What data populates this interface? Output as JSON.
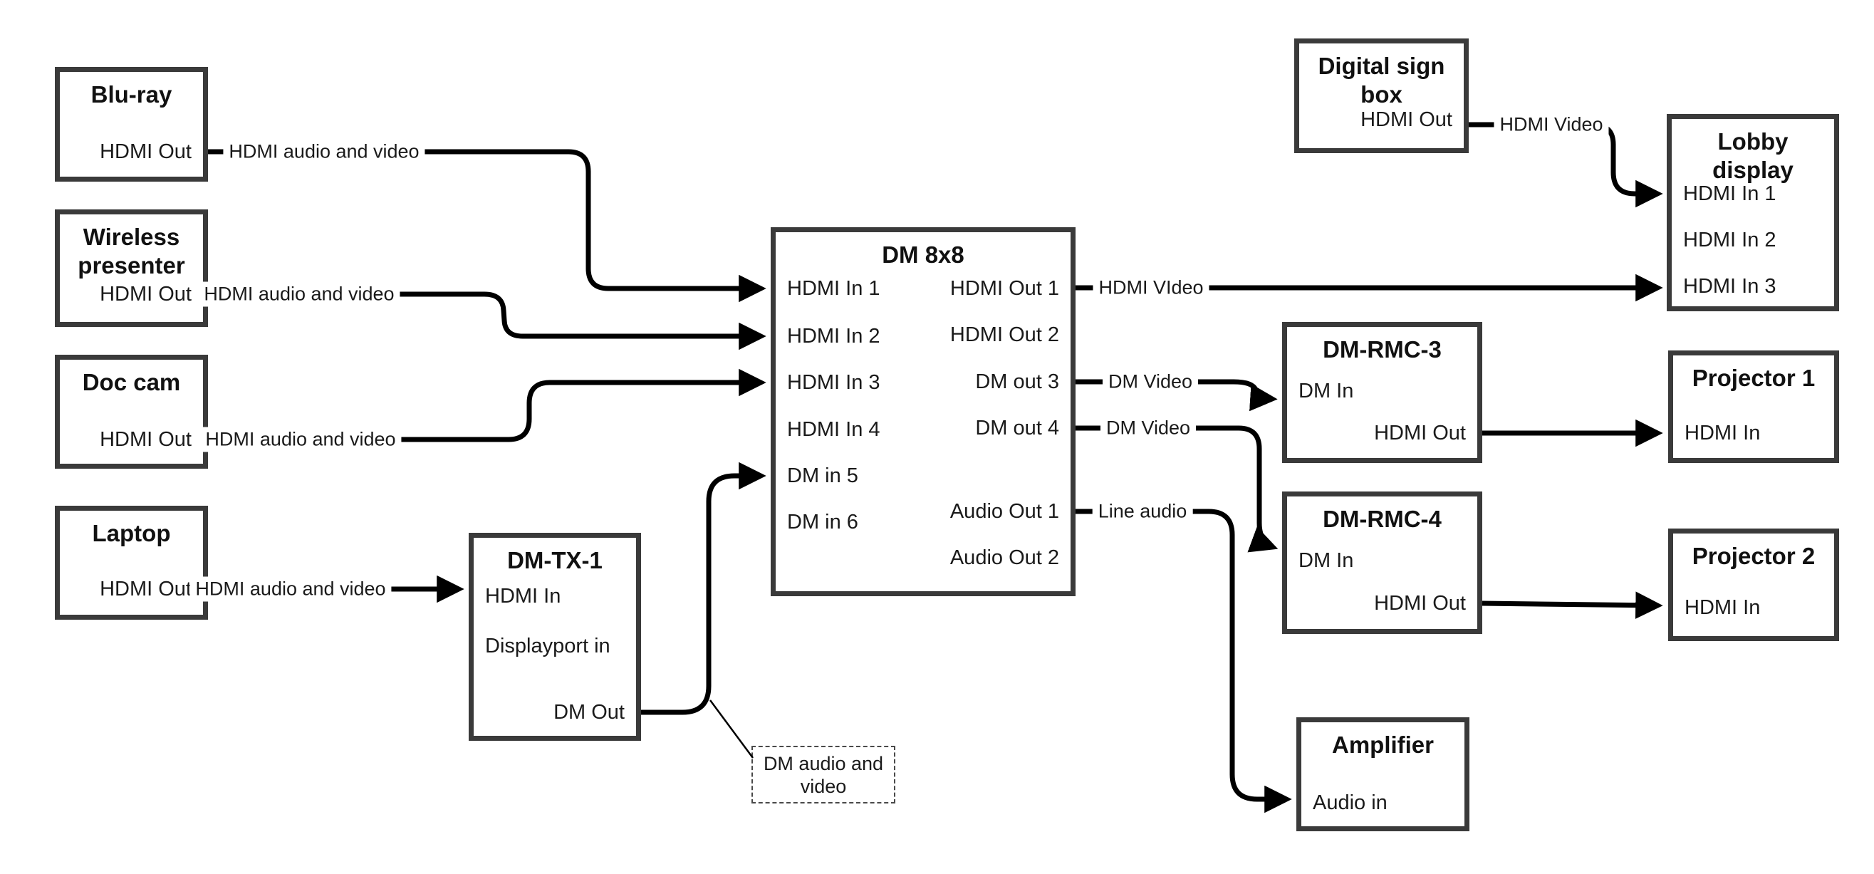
{
  "diagram": {
    "title": "DM 8x8 AV routing diagram",
    "background_color": "#ffffff",
    "box_border_color": "#3a3a3a",
    "wire_color": "#000000"
  },
  "nodes": {
    "bluray": {
      "title": "Blu-ray",
      "ports": {
        "hdmi_out": "HDMI Out"
      }
    },
    "wireless": {
      "title": "Wireless presenter",
      "ports": {
        "hdmi_out": "HDMI Out"
      }
    },
    "doccam": {
      "title": "Doc cam",
      "ports": {
        "hdmi_out": "HDMI Out"
      }
    },
    "laptop": {
      "title": "Laptop",
      "ports": {
        "hdmi_out": "HDMI Out"
      }
    },
    "dmtx1": {
      "title": "DM-TX-1",
      "ports": {
        "hdmi_in": "HDMI In",
        "displayport_in": "Displayport in",
        "dm_out": "DM Out"
      }
    },
    "dm8x8": {
      "title": "DM 8x8",
      "ports": {
        "hdmi_in_1": "HDMI In 1",
        "hdmi_in_2": "HDMI In 2",
        "hdmi_in_3": "HDMI In 3",
        "hdmi_in_4": "HDMI In 4",
        "dm_in_5": "DM in 5",
        "dm_in_6": "DM in 6",
        "hdmi_out_1": "HDMI Out 1",
        "hdmi_out_2": "HDMI Out 2",
        "dm_out_3": "DM out 3",
        "dm_out_4": "DM out 4",
        "audio_out_1": "Audio Out 1",
        "audio_out_2": "Audio Out 2"
      }
    },
    "digital_sign": {
      "title": "Digital sign box",
      "ports": {
        "hdmi_out": "HDMI Out"
      }
    },
    "lobby": {
      "title": "Lobby display",
      "ports": {
        "hdmi_in_1": "HDMI In 1",
        "hdmi_in_2": "HDMI In 2",
        "hdmi_in_3": "HDMI In 3"
      }
    },
    "dmrmc3": {
      "title": "DM-RMC-3",
      "ports": {
        "dm_in": "DM In",
        "hdmi_out": "HDMI Out"
      }
    },
    "proj1": {
      "title": "Projector 1",
      "ports": {
        "hdmi_in": "HDMI In"
      }
    },
    "dmrmc4": {
      "title": "DM-RMC-4",
      "ports": {
        "dm_in": "DM In",
        "hdmi_out": "HDMI Out"
      }
    },
    "proj2": {
      "title": "Projector 2",
      "ports": {
        "hdmi_in": "HDMI In"
      }
    },
    "amplifier": {
      "title": "Amplifier",
      "ports": {
        "audio_in": "Audio in"
      }
    },
    "callout": {
      "text": "DM audio and video"
    }
  },
  "edge_labels": {
    "bluray_to_dm8x8": "HDMI audio and video",
    "wireless_to_dm8x8": "HDMI audio and video",
    "doccam_to_dm8x8": "HDMI audio and video",
    "laptop_to_dmtx1": "HDMI audio and video",
    "hdmi_out_1": "HDMI VIdeo",
    "dm_out_3": "DM Video",
    "dm_out_4": "DM Video",
    "audio_out_1": "Line audio",
    "sign_to_lobby": "HDMI Video"
  },
  "connections": [
    {
      "from": "Blu-ray HDMI Out",
      "to": "DM 8x8 HDMI In 1",
      "label": "HDMI audio and video",
      "arrow": true
    },
    {
      "from": "Wireless presenter HDMI Out",
      "to": "DM 8x8 HDMI In 2",
      "label": "HDMI audio and video",
      "arrow": true
    },
    {
      "from": "Doc cam HDMI Out",
      "to": "DM 8x8 HDMI In 3",
      "label": "HDMI audio and video",
      "arrow": true
    },
    {
      "from": "Laptop HDMI Out",
      "to": "DM-TX-1 HDMI In",
      "label": "HDMI audio and video",
      "arrow": true
    },
    {
      "from": "DM-TX-1 DM Out",
      "to": "DM 8x8 DM in 5",
      "label": "",
      "arrow": true
    },
    {
      "from": "DM 8x8 HDMI Out 1",
      "to": "Lobby display HDMI In 3",
      "label": "HDMI VIdeo",
      "arrow": true
    },
    {
      "from": "DM 8x8 DM out 3",
      "to": "DM-RMC-3 DM In",
      "label": "DM Video",
      "arrow": true
    },
    {
      "from": "DM 8x8 DM out 4",
      "to": "DM-RMC-4 DM In",
      "label": "DM Video",
      "arrow": true
    },
    {
      "from": "DM 8x8 Audio Out 1",
      "to": "Amplifier Audio in",
      "label": "Line audio",
      "arrow": true
    },
    {
      "from": "Digital sign box HDMI Out",
      "to": "Lobby display HDMI In 1",
      "label": "HDMI Video",
      "arrow": true
    },
    {
      "from": "DM-RMC-3 HDMI Out",
      "to": "Projector 1 HDMI In",
      "label": "",
      "arrow": true
    },
    {
      "from": "DM-RMC-4 HDMI Out",
      "to": "Projector 2 HDMI In",
      "label": "",
      "arrow": true
    },
    {
      "from": "DM-TX-1 DM Out wire",
      "to": "callout note",
      "label": "DM audio and video",
      "arrow": false
    }
  ]
}
